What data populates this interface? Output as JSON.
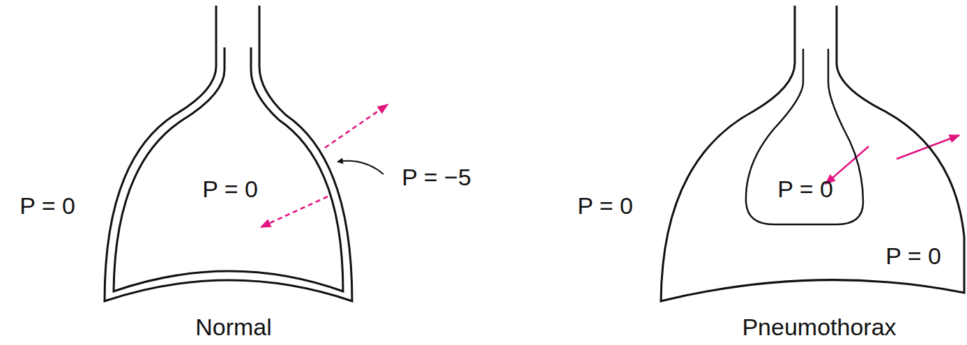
{
  "diagram": {
    "nodes": [
      {
        "text": [
          "P = 0"
        ]
      },
      {
        "text": [
          "P = 0"
        ]
      },
      {
        "text": [
          "P = 0"
        ],
        "in": 1
      }
    ],
    "labels": [
      "P = 0",
      "P = −5",
      "Normal",
      "P = 0",
      "Pneumothorax"
    ]
  }
}
